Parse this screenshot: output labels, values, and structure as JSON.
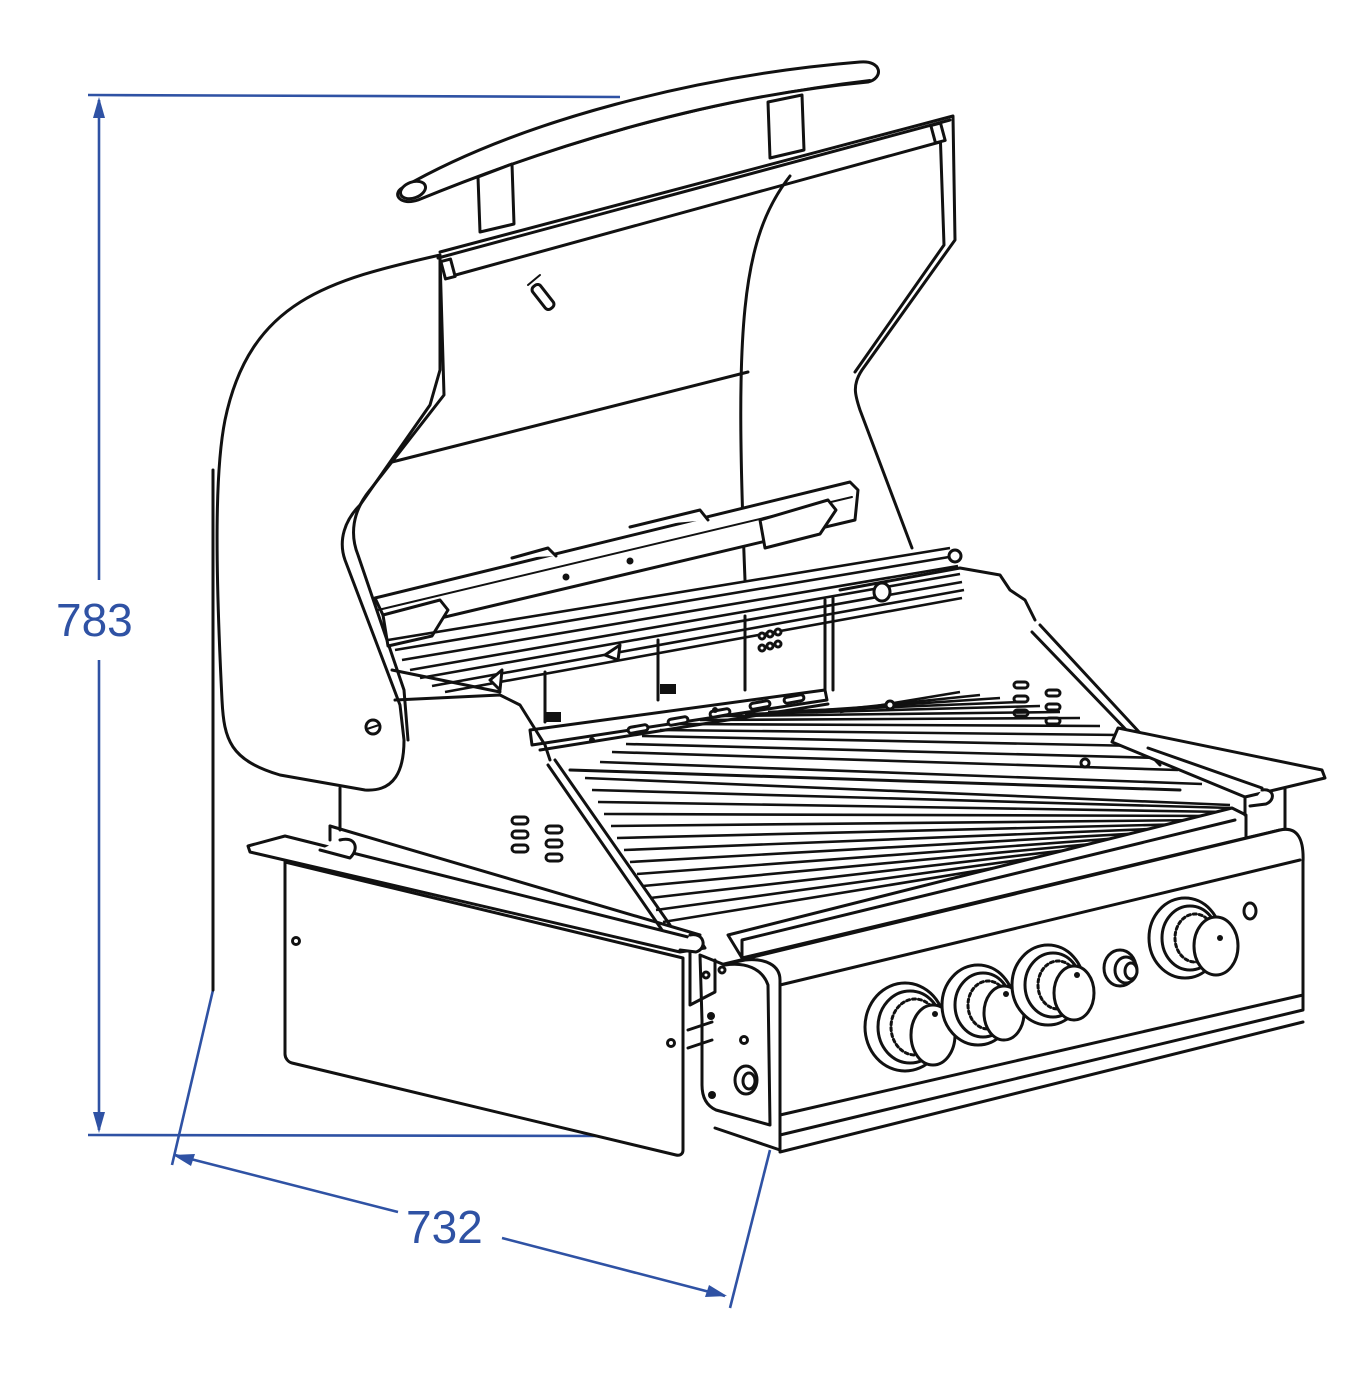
{
  "diagram": {
    "subject": "Built-in gas barbecue grill, lid open, isometric view",
    "line_color": "#111111",
    "dimension_color": "#2f52a4",
    "background": "#ffffff"
  },
  "dimensions": {
    "height": {
      "label": "783",
      "axis": "vertical"
    },
    "depth": {
      "label": "732",
      "axis": "diagonal-front"
    }
  },
  "components": {
    "lid_handle": "lid-handle",
    "lid": "hood-open",
    "warming_rack_bars": 7,
    "cooking_grate_bars": 26,
    "control_knobs": 4,
    "igniter_button": 1,
    "indicator_light": 1,
    "side_vent_slots_per_side": 6,
    "front_drip_panel": "left-side-panel"
  }
}
